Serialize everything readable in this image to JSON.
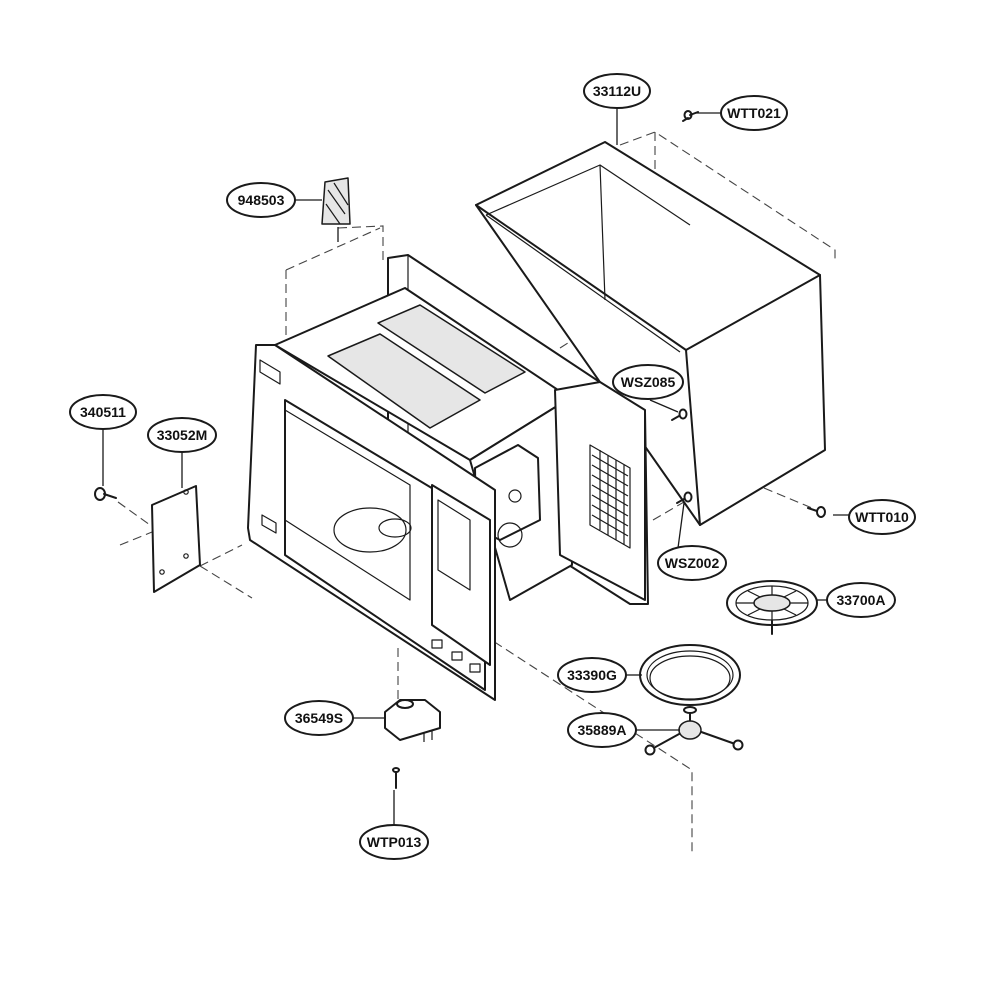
{
  "parts": {
    "p33112U": "33112U",
    "pWTT021": "WTT021",
    "p948503": "948503",
    "pWSZ085": "WSZ085",
    "p340511": "340511",
    "p33052M": "33052M",
    "pWTT010": "WTT010",
    "pWSZ002": "WSZ002",
    "p33700A": "33700A",
    "p33390G": "33390G",
    "p35889A": "35889A",
    "p36549S": "36549S",
    "pWTP013": "WTP013"
  },
  "colors": {
    "line": "#1a1a1a",
    "background": "#ffffff",
    "label_fill": "#ffffff"
  }
}
